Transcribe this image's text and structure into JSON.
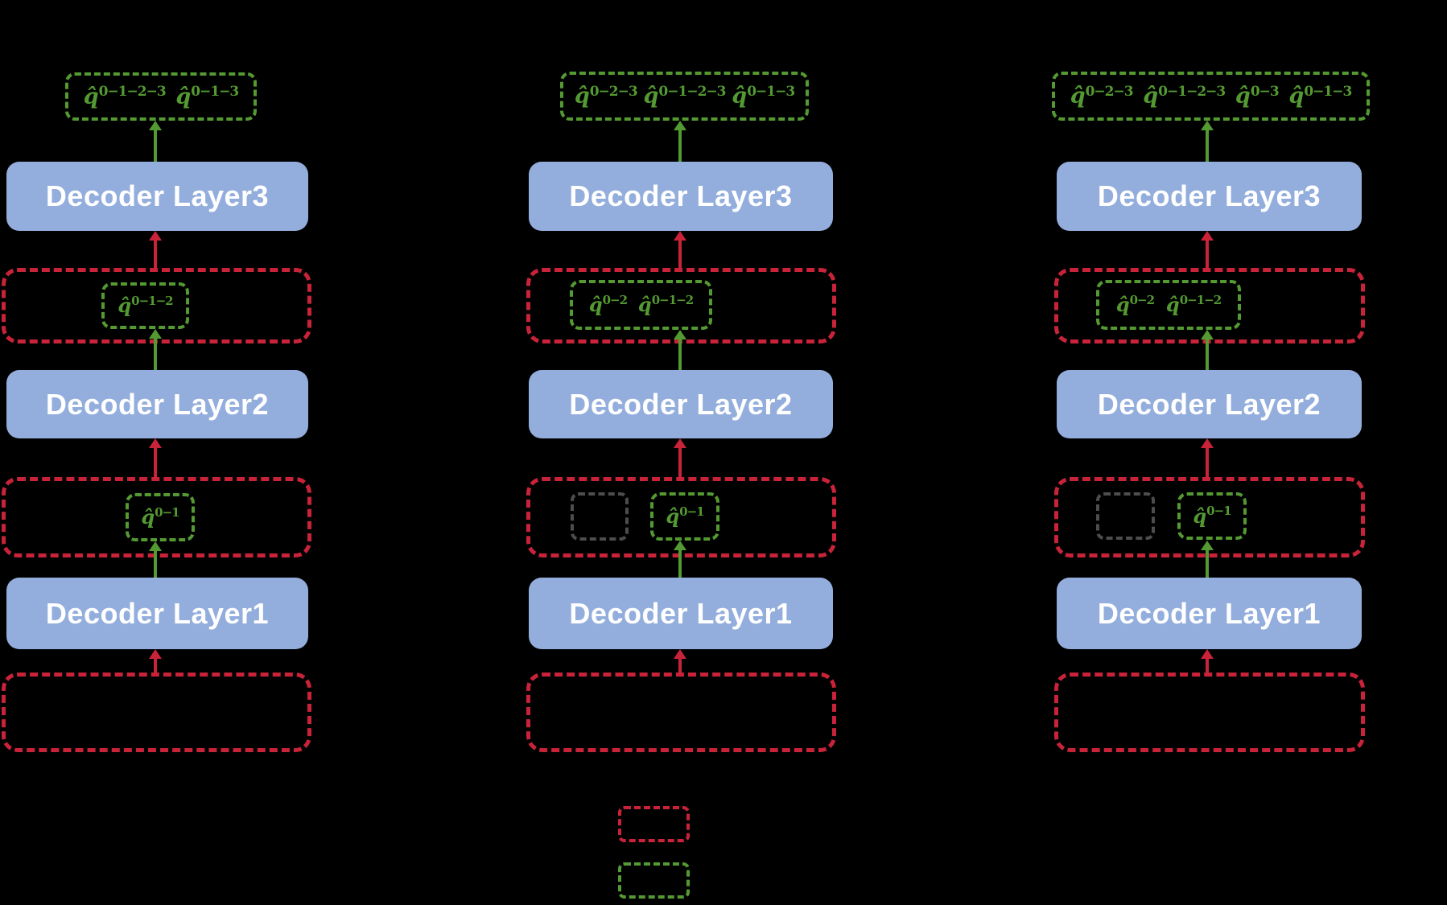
{
  "colors": {
    "background": "#000000",
    "decoder_fill": "#93aedd",
    "decoder_text": "#ffffff",
    "red_dashed": "#c9233a",
    "green_dashed": "#549a32",
    "grey_dashed": "#4d4d4d"
  },
  "token_base": "q̂",
  "layer_labels": [
    "Decoder Layer1",
    "Decoder Layer2",
    "Decoder Layer3"
  ],
  "columns": [
    {
      "output_tokens": [
        "0−1−2−3",
        "0−1−3"
      ],
      "layer2_3_tokens": [
        "0−1−2"
      ],
      "layer1_2_tokens": [
        "0−1"
      ],
      "has_grey_placeholder": false
    },
    {
      "output_tokens": [
        "0−2−3",
        "0−1−2−3",
        "0−1−3"
      ],
      "layer2_3_tokens": [
        "0−2",
        "0−1−2"
      ],
      "layer1_2_tokens": [
        "0−1"
      ],
      "has_grey_placeholder": true
    },
    {
      "output_tokens": [
        "0−2−3",
        "0−1−2−3",
        "0−3",
        "0−1−3"
      ],
      "layer2_3_tokens": [
        "0−2",
        "0−1−2"
      ],
      "layer1_2_tokens": [
        "0−1"
      ],
      "has_grey_placeholder": true
    }
  ],
  "legend": {
    "red_box_label": "",
    "green_box_label": ""
  }
}
